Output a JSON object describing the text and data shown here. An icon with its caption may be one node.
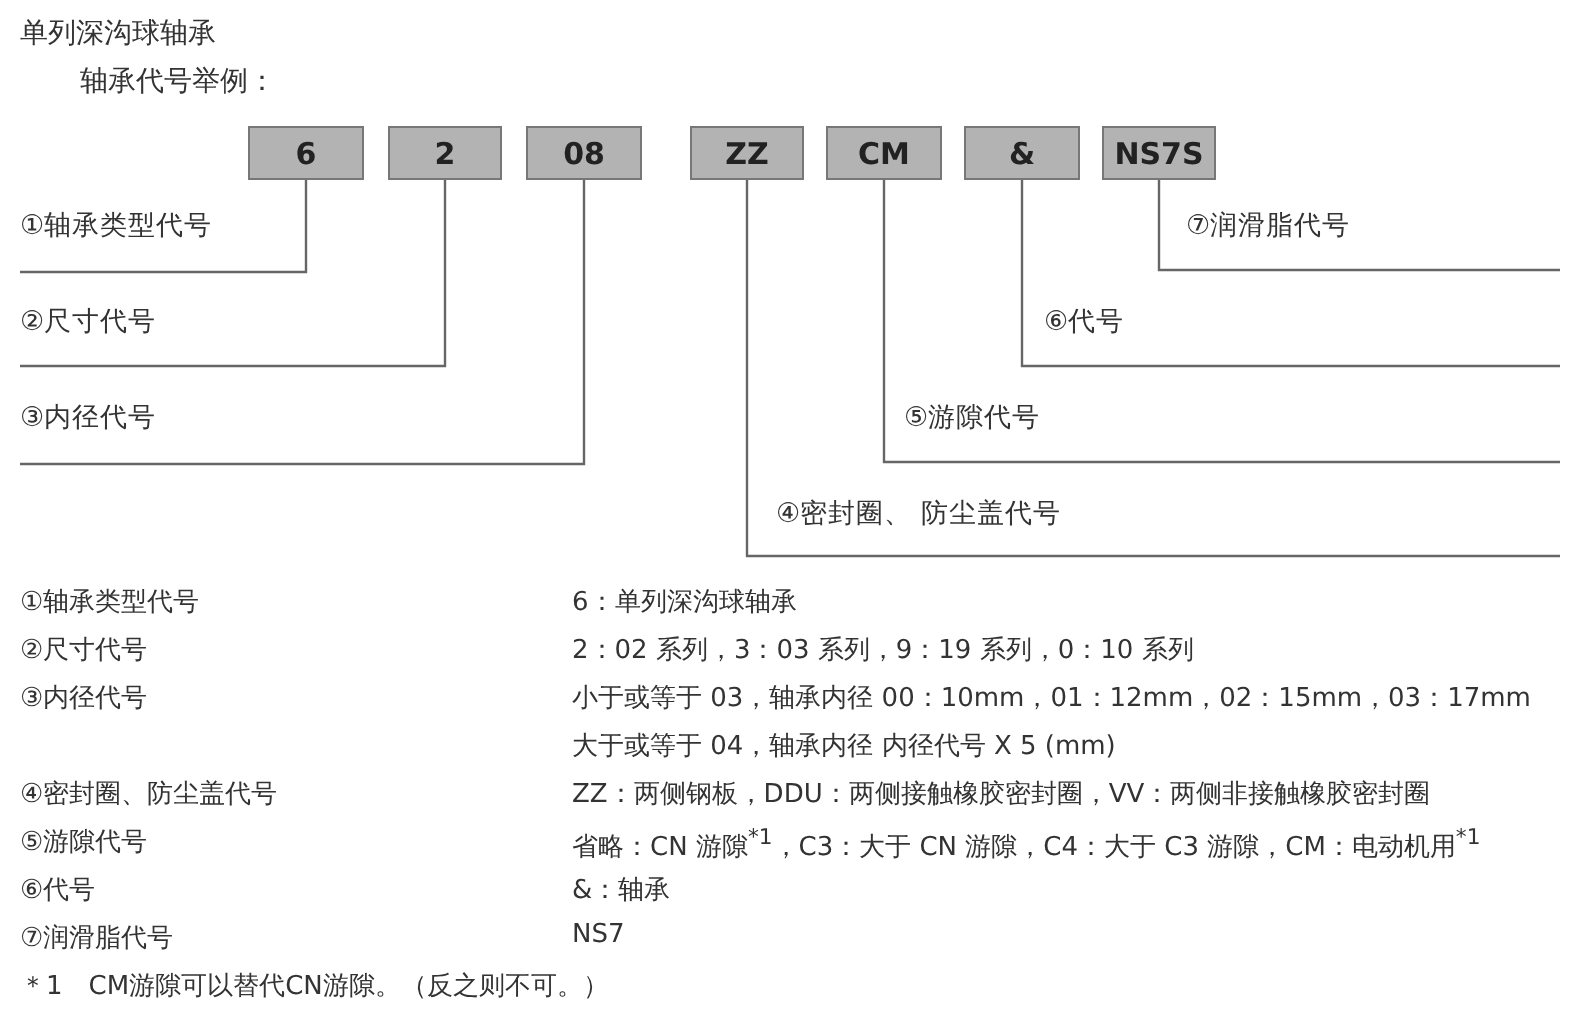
{
  "diagram": {
    "title": "单列深沟球轴承",
    "nodes": [
      {
        "text": [
          "6"
        ]
      },
      {
        "text": [
          "2"
        ]
      },
      {
        "text": [
          "08"
        ]
      },
      {
        "text": [
          "ZZ"
        ]
      },
      {
        "text": [
          "CM"
        ]
      },
      {
        "text": [
          "&"
        ]
      },
      {
        "text": [
          "NS7S"
        ]
      },
      {
        "text": [
          "①轴承类型代号"
        ]
      },
      {
        "text": [
          "②尺寸代号"
        ]
      },
      {
        "text": [
          "③内径代号"
        ]
      },
      {
        "text": [
          "④密封圈、 防尘盖代号"
        ]
      },
      {
        "text": [
          "⑤游隙代号"
        ]
      },
      {
        "text": [
          "⑥代号"
        ]
      },
      {
        "text": [
          "⑦润滑脂代号"
        ]
      }
    ],
    "edges": [
      {
        "from": 0,
        "to": 7,
        "arrow": "none"
      },
      {
        "from": 1,
        "to": 8,
        "arrow": "none"
      },
      {
        "from": 2,
        "to": 9,
        "arrow": "none"
      },
      {
        "from": 3,
        "to": 10,
        "arrow": "none"
      },
      {
        "from": 4,
        "to": 11,
        "arrow": "none"
      },
      {
        "from": 5,
        "to": 12,
        "arrow": "none"
      },
      {
        "from": 6,
        "to": 13,
        "arrow": "none"
      }
    ],
    "labels": [
      "轴承代号举例：",
      "①轴承类型代号",
      "6：单列深沟球轴承",
      "②尺寸代号",
      "2：02 系列，3：03 系列，9：19 系列，0：10 系列",
      "③内径代号",
      "小于或等于 03，轴承内径 00：10mm，01：12mm，02：15mm，03：17mm",
      "大于或等于 04，轴承内径 内径代号 X 5 (mm)",
      "④密封圈、防尘盖代号",
      "ZZ：两侧钢板，DDU：两侧接触橡胶密封圈，VV：两侧非接触橡胶密封圈",
      "⑤游隙代号",
      "省略：CN 游隙$^{*1}$，C3：大于 CN 游隙，C4：大于 C3 游隙，CM：电动机用$^{*1}$",
      "⑥代号",
      "&：轴承",
      "⑦润滑脂代号",
      "NS7",
      "＊1　CM游隙可以替代CN游隙。（反之则不可。）"
    ]
  }
}
